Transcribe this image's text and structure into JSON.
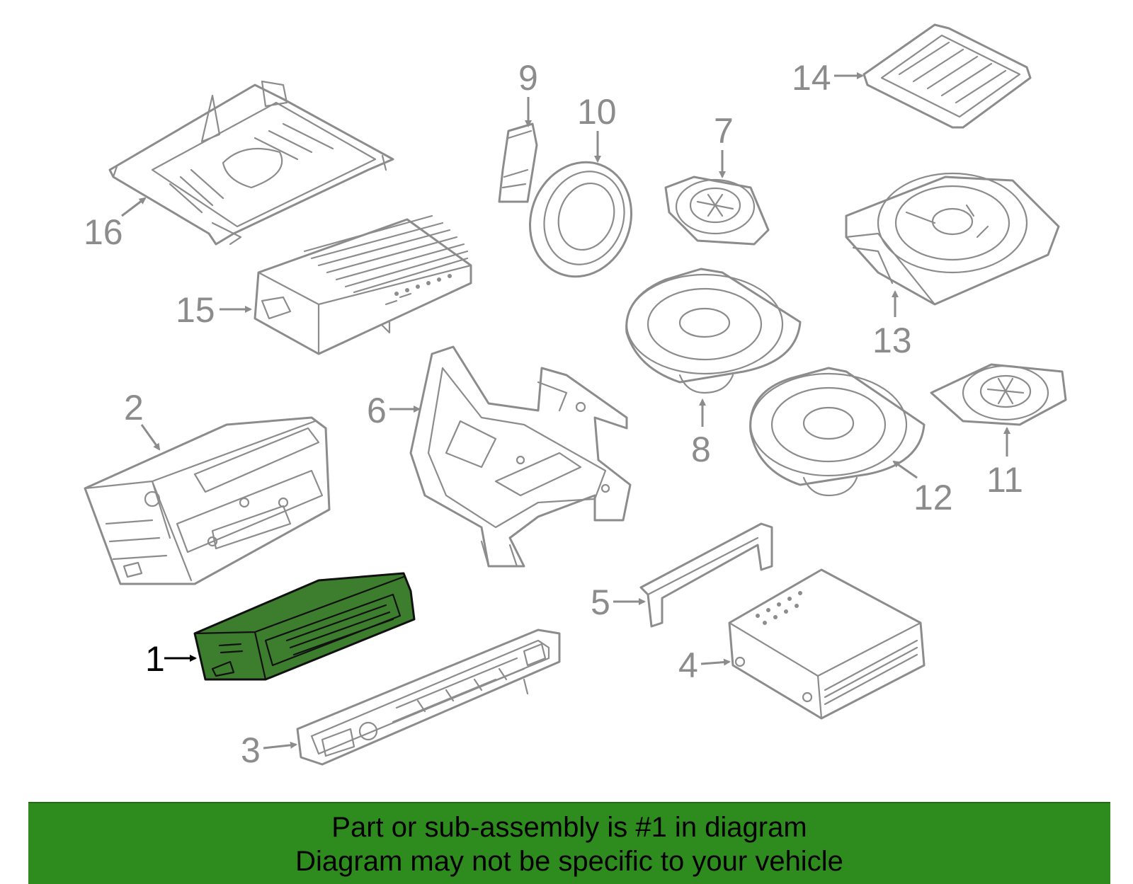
{
  "callouts": [
    {
      "id": "1",
      "label": "1",
      "highlighted": true
    },
    {
      "id": "2",
      "label": "2"
    },
    {
      "id": "3",
      "label": "3"
    },
    {
      "id": "4",
      "label": "4"
    },
    {
      "id": "5",
      "label": "5"
    },
    {
      "id": "6",
      "label": "6"
    },
    {
      "id": "7",
      "label": "7"
    },
    {
      "id": "8",
      "label": "8"
    },
    {
      "id": "9",
      "label": "9"
    },
    {
      "id": "10",
      "label": "10"
    },
    {
      "id": "11",
      "label": "11"
    },
    {
      "id": "12",
      "label": "12"
    },
    {
      "id": "13",
      "label": "13"
    },
    {
      "id": "14",
      "label": "14"
    },
    {
      "id": "15",
      "label": "15"
    },
    {
      "id": "16",
      "label": "16"
    }
  ],
  "banner": {
    "line1": "Part or sub-assembly is #1 in diagram",
    "line2": "Diagram may not be specific to your vehicle"
  },
  "colors": {
    "highlight_part": "#3d7d2e",
    "banner": "#2e8b1d",
    "line_art": "#8c8c8c"
  }
}
